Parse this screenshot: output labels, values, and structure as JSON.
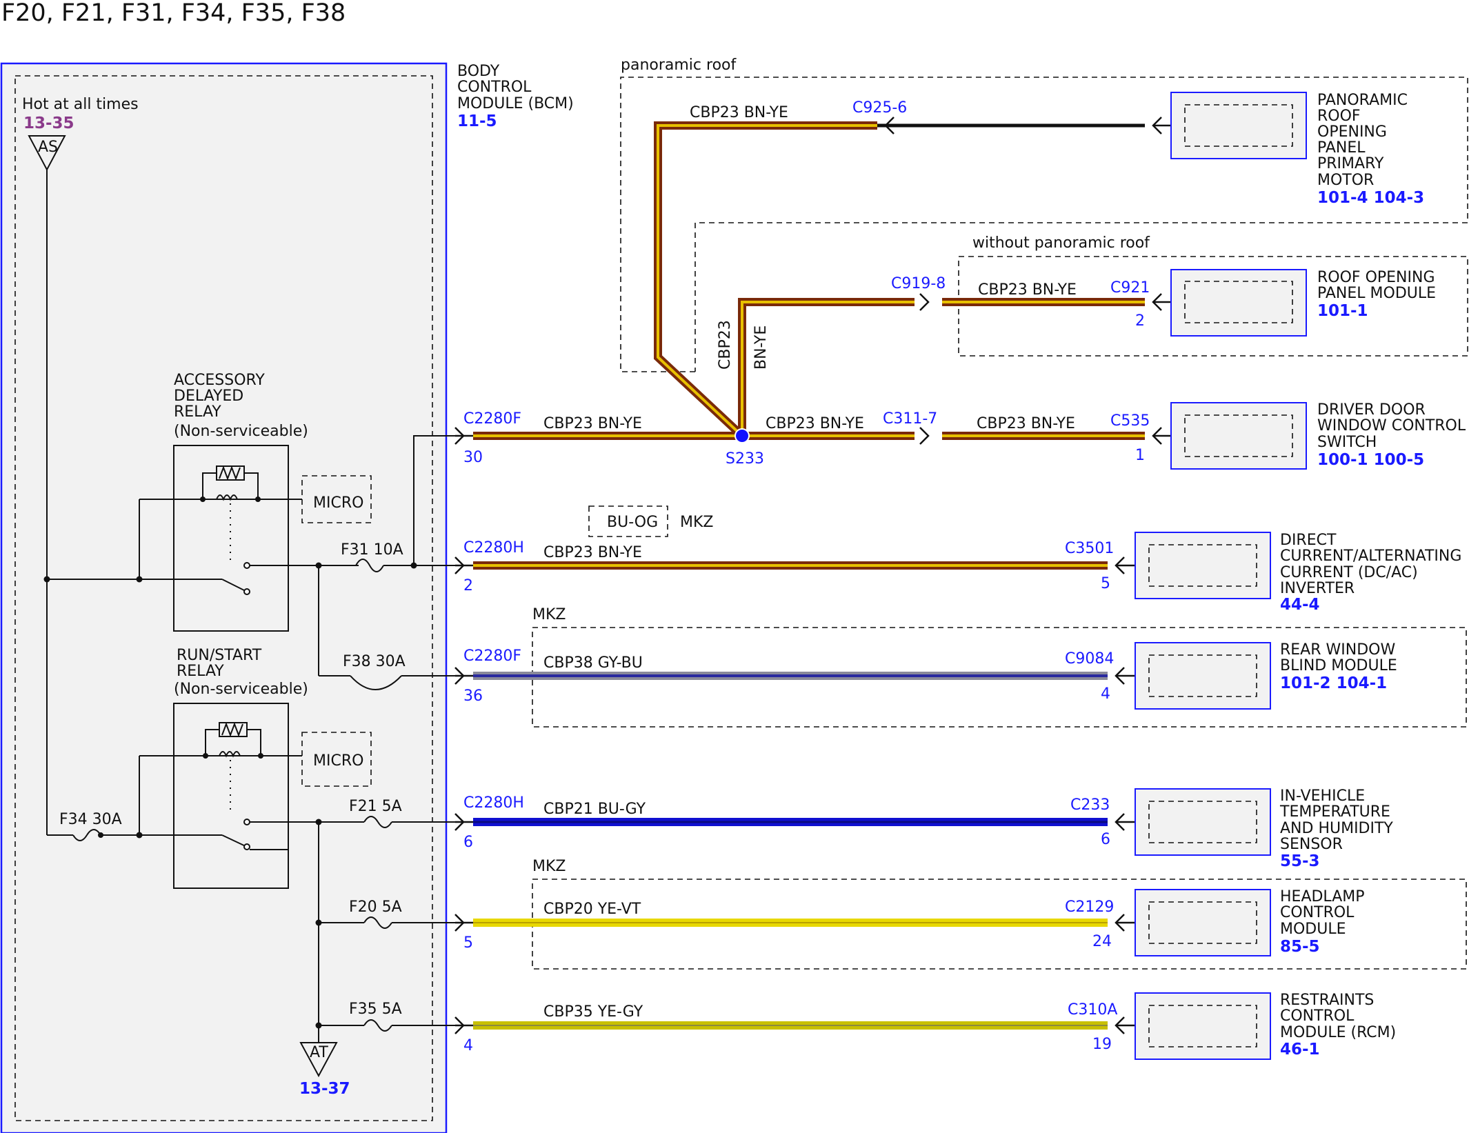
{
  "title": "F20, F21, F31, F34, F35, F38",
  "colors": {
    "bn_ye_outer": "#7a2a0a",
    "bn_ye_inner": "#e8c000",
    "gy_bu_outer": "#8a8a9a",
    "gy_bu_inner": "#2a2aa0",
    "bu_gy": "#1010d0",
    "ye_vt": "#e8d800",
    "ye_gy": "#c8c000",
    "module_border": "#1a1aff",
    "module_fill": "#f2f2f2",
    "splice": "#1010ff",
    "ref_blue": "#1a1aff",
    "ref_purple": "#8a3a8a"
  },
  "left_panel": {
    "hot_label": "Hot at all times",
    "hot_ref": "13-35",
    "as_label": "AS",
    "at_label": "AT",
    "at_ref": "13-37",
    "acc_relay": [
      "ACCESSORY",
      "DELAYED",
      "RELAY",
      "(Non-serviceable)"
    ],
    "run_relay": [
      "RUN/START",
      "RELAY",
      "(Non-serviceable)"
    ],
    "micro": "MICRO",
    "fuses": {
      "f31": "F31 10A",
      "f38": "F38 30A",
      "f34": "F34 30A",
      "f21": "F21 5A",
      "f20": "F20 5A",
      "f35": "F35 5A"
    }
  },
  "bcm": {
    "lines": [
      "BODY",
      "CONTROL",
      "MODULE (BCM)"
    ],
    "ref": "11-5"
  },
  "groups": {
    "panoramic": "panoramic roof",
    "without_panoramic": "without panoramic roof",
    "mkz1": "MKZ",
    "mkz2": "MKZ",
    "mkz_note": "MKZ",
    "bu_og": "BU-OG"
  },
  "splice": "S233",
  "circuits": {
    "cbp23_bnye_1": "CBP23 BN-YE",
    "cbp23_bnye_2": "CBP23 BN-YE",
    "cbp23_bnye_3": "CBP23 BN-YE",
    "cbp23_bnye_4": "CBP23 BN-YE",
    "cbp23_bnye_5": "CBP23 BN-YE",
    "cbp23_bnye_6": "CBP23 BN-YE",
    "vertical_a": "CBP23",
    "vertical_b": "BN-YE",
    "cbp38": "CBP38 GY-BU",
    "cbp21": "CBP21 BU-GY",
    "cbp20": "CBP20 YE-VT",
    "cbp35": "CBP35 YE-GY"
  },
  "connectors": {
    "c2280f_1": "C2280F",
    "c2280f_1_pin": "30",
    "c2280h_1": "C2280H",
    "c2280h_1_pin": "2",
    "c2280f_2": "C2280F",
    "c2280f_2_pin": "36",
    "c2280h_2": "C2280H",
    "c2280h_2_pin": "6",
    "c5": "5",
    "c4": "4",
    "c925": "C925-6",
    "c919": "C919-8",
    "c921": "C921",
    "c921_pin": "2",
    "c311": "C311-7",
    "c535": "C535",
    "c535_pin": "1",
    "c3501": "C3501",
    "c3501_pin": "5",
    "c9084": "C9084",
    "c9084_pin": "4",
    "c233": "C233",
    "c233_pin": "6",
    "c2129": "C2129",
    "c2129_pin": "24",
    "c310a": "C310A",
    "c310a_pin": "19"
  },
  "modules": [
    {
      "lines": [
        "PANORAMIC",
        "ROOF",
        "OPENING",
        "PANEL",
        "PRIMARY",
        "MOTOR"
      ],
      "ref": "101-4 104-3"
    },
    {
      "lines": [
        "ROOF OPENING",
        "PANEL MODULE"
      ],
      "ref": "101-1"
    },
    {
      "lines": [
        "DRIVER DOOR",
        "WINDOW CONTROL",
        "SWITCH"
      ],
      "ref": "100-1 100-5"
    },
    {
      "lines": [
        "DIRECT",
        "CURRENT/ALTERNATING",
        "CURRENT (DC/AC)",
        "INVERTER"
      ],
      "ref": "44-4"
    },
    {
      "lines": [
        "REAR WINDOW",
        "BLIND MODULE"
      ],
      "ref": "101-2 104-1"
    },
    {
      "lines": [
        "IN-VEHICLE",
        "TEMPERATURE",
        "AND HUMIDITY",
        "SENSOR"
      ],
      "ref": "55-3"
    },
    {
      "lines": [
        "HEADLAMP",
        "CONTROL",
        "MODULE"
      ],
      "ref": "85-5"
    },
    {
      "lines": [
        "RESTRAINTS",
        "CONTROL",
        "MODULE (RCM)"
      ],
      "ref": "46-1"
    }
  ]
}
